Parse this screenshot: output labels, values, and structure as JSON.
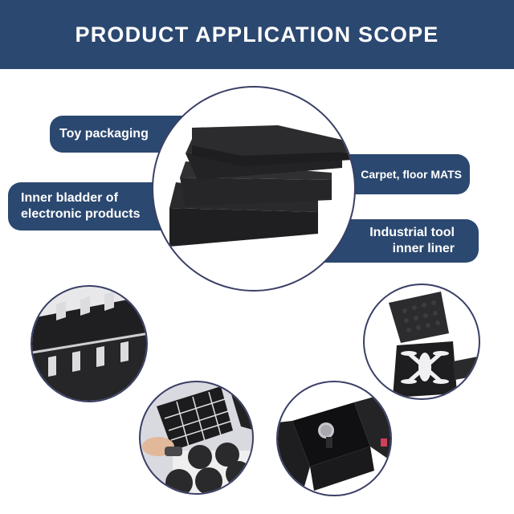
{
  "header": {
    "title": "PRODUCT APPLICATION SCOPE",
    "background": "#2b4870"
  },
  "applications": [
    {
      "label": "Toy packaging",
      "side": "left"
    },
    {
      "label": "Inner bladder of electronic products",
      "line1": "Inner bladder of",
      "line2": "electronic products",
      "side": "left"
    },
    {
      "label": "Carpet, floor MATS",
      "side": "right"
    },
    {
      "label": "Industrial tool inner liner",
      "line1": "Industrial tool",
      "line2": "inner liner",
      "side": "right"
    }
  ],
  "images": {
    "center": "black-foam-sheets-stack",
    "bottom": [
      "foam-slotted-inserts",
      "adhesive-foam-pads",
      "watch-box-foam-insert",
      "drone-case-foam-liner"
    ]
  },
  "colors": {
    "accent": "#2b4870",
    "circle_border": "#3a3f66",
    "foam": "#2a2a2c"
  }
}
